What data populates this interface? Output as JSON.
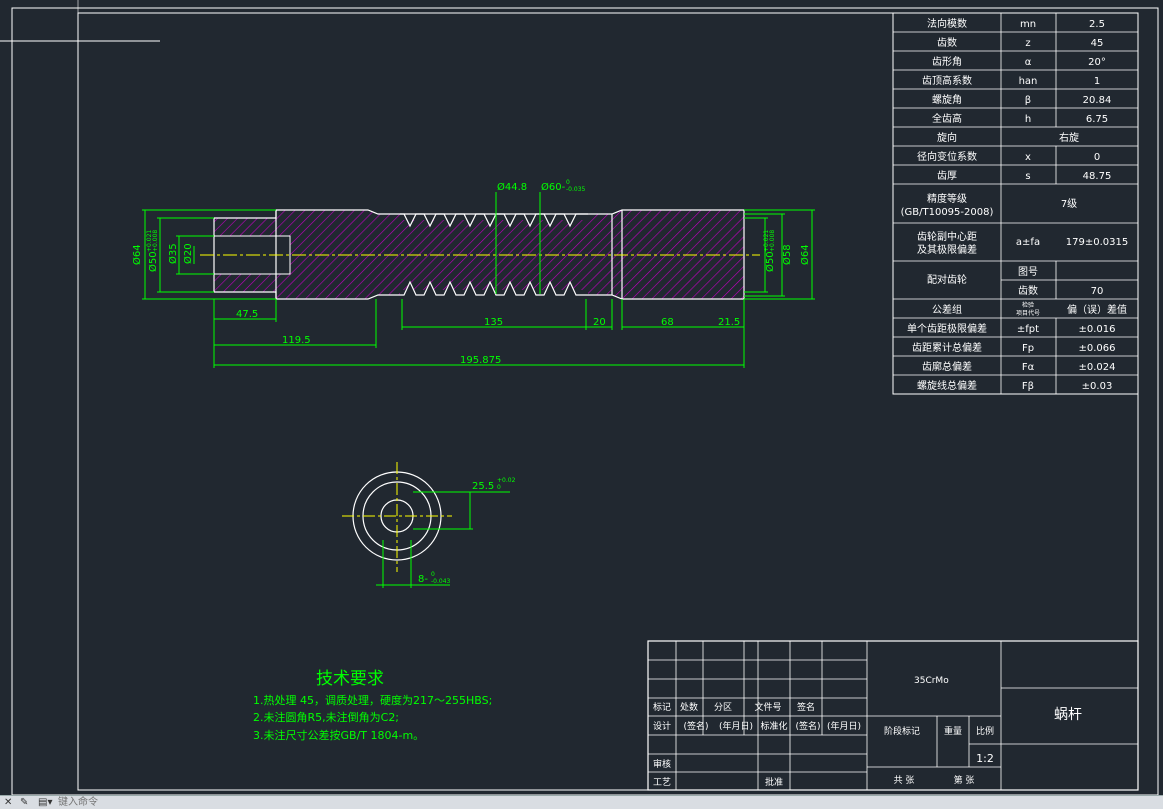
{
  "gear_params": [
    {
      "name": "法向模数",
      "sym": "mn",
      "val": "2.5"
    },
    {
      "name": "齿数",
      "sym": "z",
      "val": "45"
    },
    {
      "name": "齿形角",
      "sym": "α",
      "val": "20°"
    },
    {
      "name": "齿顶高系数",
      "sym": "han",
      "val": "1"
    },
    {
      "name": "螺旋角",
      "sym": "β",
      "val": "20.84"
    },
    {
      "name": "全齿高",
      "sym": "h",
      "val": "6.75"
    }
  ],
  "rotation": {
    "name": "旋向",
    "val": "右旋"
  },
  "shift": {
    "name": "径向变位系数",
    "sym": "x",
    "val": "0"
  },
  "thickness": {
    "name": "齿厚",
    "sym": "s",
    "val": "48.75"
  },
  "precision": {
    "name": "精度等级",
    "sub": "(GB/T10095-2008)",
    "val": "7级"
  },
  "center": {
    "name1": "齿轮副中心距",
    "name2": "及其极限偏差",
    "sym": "a±fa",
    "val": "179±0.0315"
  },
  "mate": {
    "name": "配对齿轮",
    "label1": "图号",
    "val1": "",
    "label2": "齿数",
    "val2": "70"
  },
  "tol_group": {
    "name": "公差组",
    "sub1": "检验",
    "sub2": "项目代号",
    "val": "偏（误）差值"
  },
  "tolerances": [
    {
      "name": "单个齿距极限偏差",
      "sym": "±fpt",
      "val": "±0.016"
    },
    {
      "name": "齿距累计总偏差",
      "sym": "Fp",
      "val": "±0.066"
    },
    {
      "name": "齿廓总偏差",
      "sym": "Fα",
      "val": "±0.024"
    },
    {
      "name": "螺旋线总偏差",
      "sym": "Fβ",
      "val": "±0.03"
    }
  ],
  "dims": {
    "d64_left": "Ø64",
    "d50_left": "Ø50",
    "d50_left_tol": "+0.021",
    "d50_left_tol2": "+0.008",
    "d35": "Ø35",
    "d20": "Ø20",
    "d44_8": "Ø44.8",
    "d60": "Ø60-",
    "d60_tol": "0",
    "d60_tol2": "-0.035",
    "d50_right": "Ø50",
    "d50_right_tol": "+0.021",
    "d50_right_tol2": "+0.008",
    "d58": "Ø58",
    "d64_right": "Ø64",
    "l47_5": "47.5",
    "l119_5": "119.5",
    "l135": "135",
    "l20": "20",
    "l68": "68",
    "l21_5": "21.5",
    "l195_875": "195.875",
    "sec_25_5": "25.5",
    "sec_25_5_tol": "+0.02",
    "sec_25_5_tol2": "0",
    "sec_8": "8-",
    "sec_8_tol": "0",
    "sec_8_tol2": "-0.043"
  },
  "tech": {
    "title": "技术要求",
    "lines": [
      "1.热处理 45，调质处理，硬度为217～255HBS;",
      "2.未注圆角R5,未注倒角为C2;",
      "3.未注尺寸公差按GB/T 1804-m。"
    ]
  },
  "title_block": {
    "material": "35CrMo",
    "part_name": "蜗杆",
    "row_mark": [
      "标记",
      "处数",
      "分区",
      "文件号",
      "签名"
    ],
    "row_design": [
      "设计",
      "(签名)",
      "(年月日)",
      "标准化",
      "(签名)",
      "(年月日)"
    ],
    "stage": "阶段标记",
    "weight": "重量",
    "scale": "比例",
    "scale_val": "1:2",
    "review": "审核",
    "process": "工艺",
    "approve": "批准",
    "total_sheets": "共    张",
    "sheet_no": "第    张"
  },
  "command": {
    "placeholder": "键入命令"
  },
  "colors": {
    "bg": "#212830",
    "line": "#ffffff",
    "dim": "#00ff00",
    "hatch": "#c000c0",
    "center": "#ffff00",
    "table": "#ffffff"
  }
}
